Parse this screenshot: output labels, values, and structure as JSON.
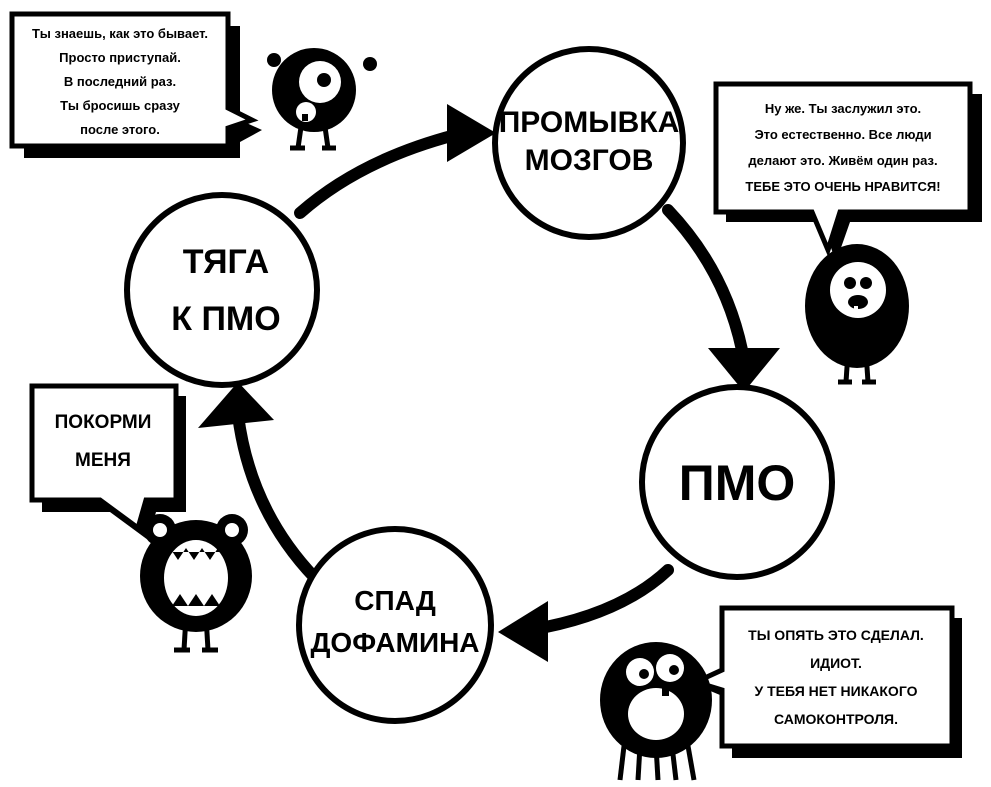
{
  "nodes": {
    "brainwash": {
      "line1": "ПРОМЫВКА",
      "line2": "МОЗГОВ"
    },
    "pmo": {
      "line1": "ПМО"
    },
    "dopamine_drop": {
      "line1": "СПАД",
      "line2": "ДОФАМИНА"
    },
    "craving": {
      "line1": "ТЯГА",
      "line2": "К ПМО"
    }
  },
  "bubbles": {
    "top_left": {
      "lines": [
        "Ты знаешь, как это бывает.",
        "Просто приступай.",
        "В последний раз.",
        "Ты бросишь сразу",
        "после этого."
      ]
    },
    "top_right": {
      "lines": [
        "Ну же. Ты заслужил это.",
        "Это естественно. Все люди",
        "делают это.  Живём один раз.",
        "ТЕБЕ ЭТО ОЧЕНЬ НРАВИТСЯ!"
      ]
    },
    "left": {
      "lines": [
        "ПОКОРМИ",
        "МЕНЯ"
      ]
    },
    "bottom_right": {
      "lines": [
        "ТЫ ОПЯТЬ ЭТО СДЕЛАЛ.",
        "ИДИОТ.",
        "У ТЕБЯ НЕТ НИКАКОГО",
        "САМОКОНТРОЛЯ."
      ]
    }
  },
  "colors": {
    "ink": "#000000",
    "paper": "#ffffff"
  }
}
